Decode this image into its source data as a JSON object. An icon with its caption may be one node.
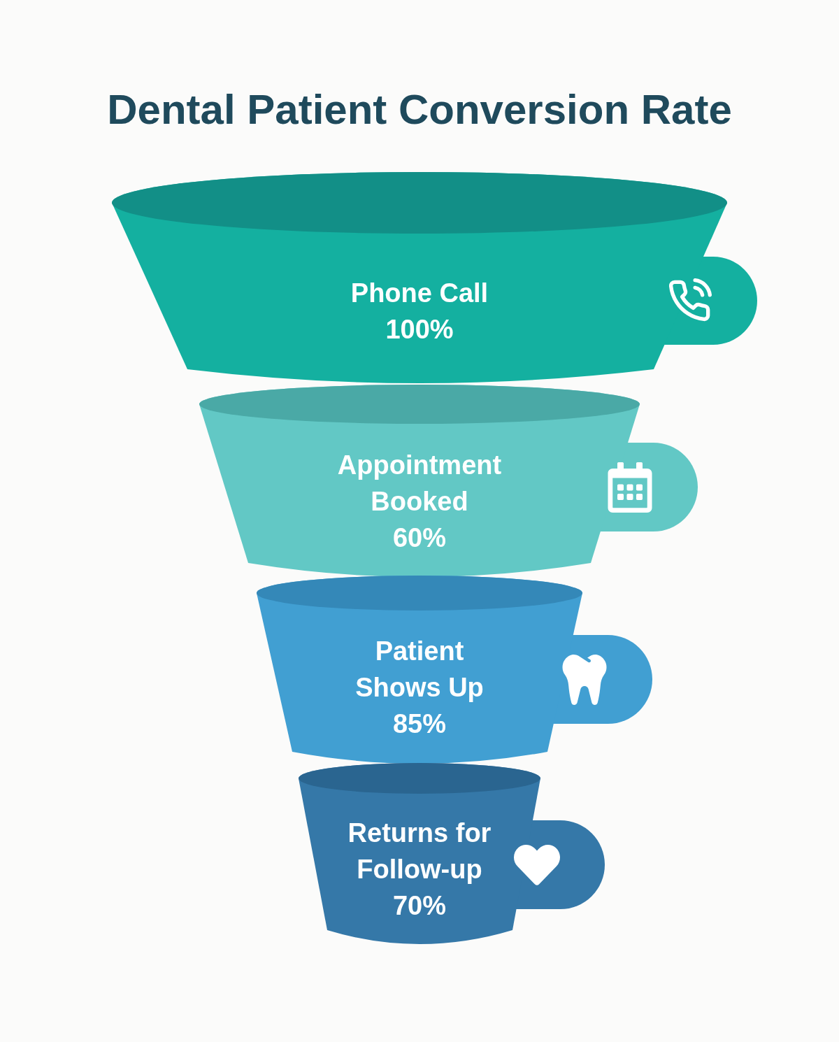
{
  "diagram": {
    "title": "Dental Patient Conversion Rate",
    "nodes": [
      {
        "text": [
          "Phone Call",
          "100%"
        ]
      },
      {
        "text": [
          "Appointment Booked",
          "60%"
        ]
      },
      {
        "text": [
          "Patient Shows Up",
          "85%"
        ]
      },
      {
        "text": [
          "Returns for Follow-up",
          "70%"
        ]
      }
    ]
  }
}
